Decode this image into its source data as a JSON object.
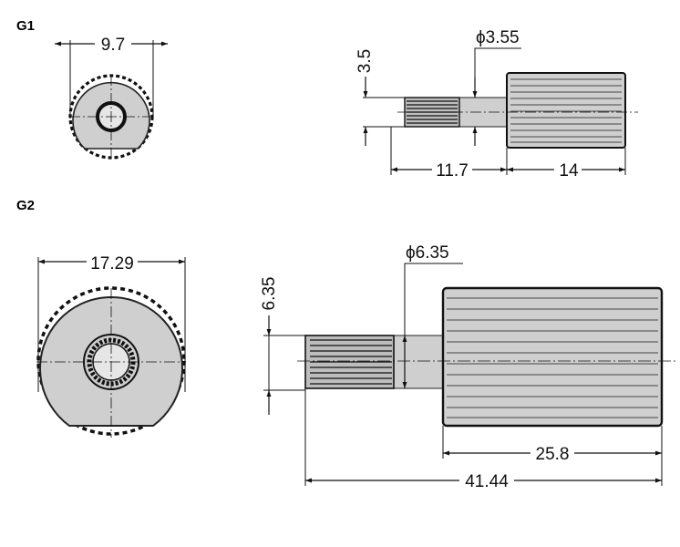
{
  "groups": [
    {
      "label": "G1",
      "front_dim": "9.7",
      "side_height_dim": "3.5",
      "side_dia_dim": "ϕ3.55",
      "side_len_a": "11.7",
      "side_len_b": "14"
    },
    {
      "label": "G2",
      "front_dim": "17.29",
      "side_height_dim": "6.35",
      "side_dia_dim": "ϕ6.35",
      "side_len_a": "25.8",
      "side_len_b": "41.44"
    }
  ]
}
